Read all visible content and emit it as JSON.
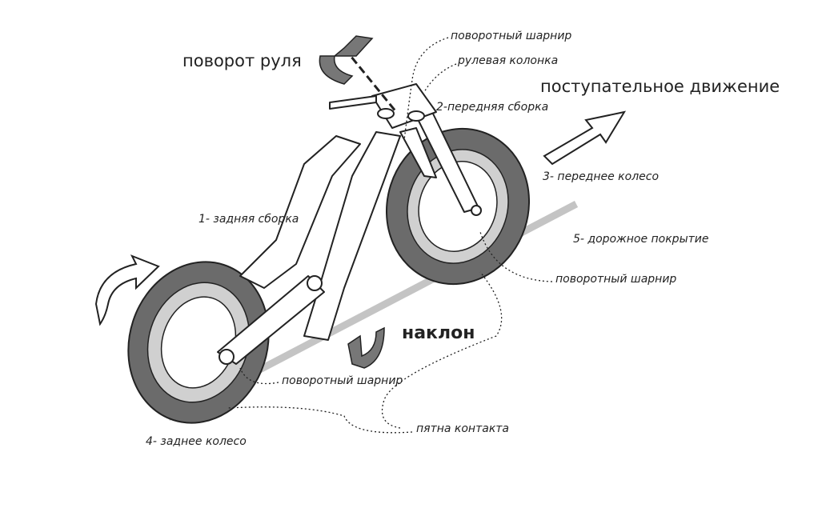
{
  "labels": {
    "pivot_top": "поворотный шарнир",
    "steering_turn": "поворот руля",
    "steering_column": "рулевая колонка",
    "forward_motion": "поступательное движение",
    "front_assembly": "2-передняя сборка",
    "front_wheel": "3- переднее колесо",
    "rear_assembly": "1- задняя сборка",
    "road_surface": "5- дорожное покрытие",
    "pivot_front": "поворотный шарнир",
    "lean": "наклон",
    "pivot_rear": "поворотный шарнир",
    "contact_patches": "пятна контакта",
    "rear_wheel": "4- заднее колесо"
  },
  "colors": {
    "tire": "#6b6b6b",
    "road": "#c4c4c4",
    "arrow_fill": "#777777",
    "line": "#222222"
  }
}
